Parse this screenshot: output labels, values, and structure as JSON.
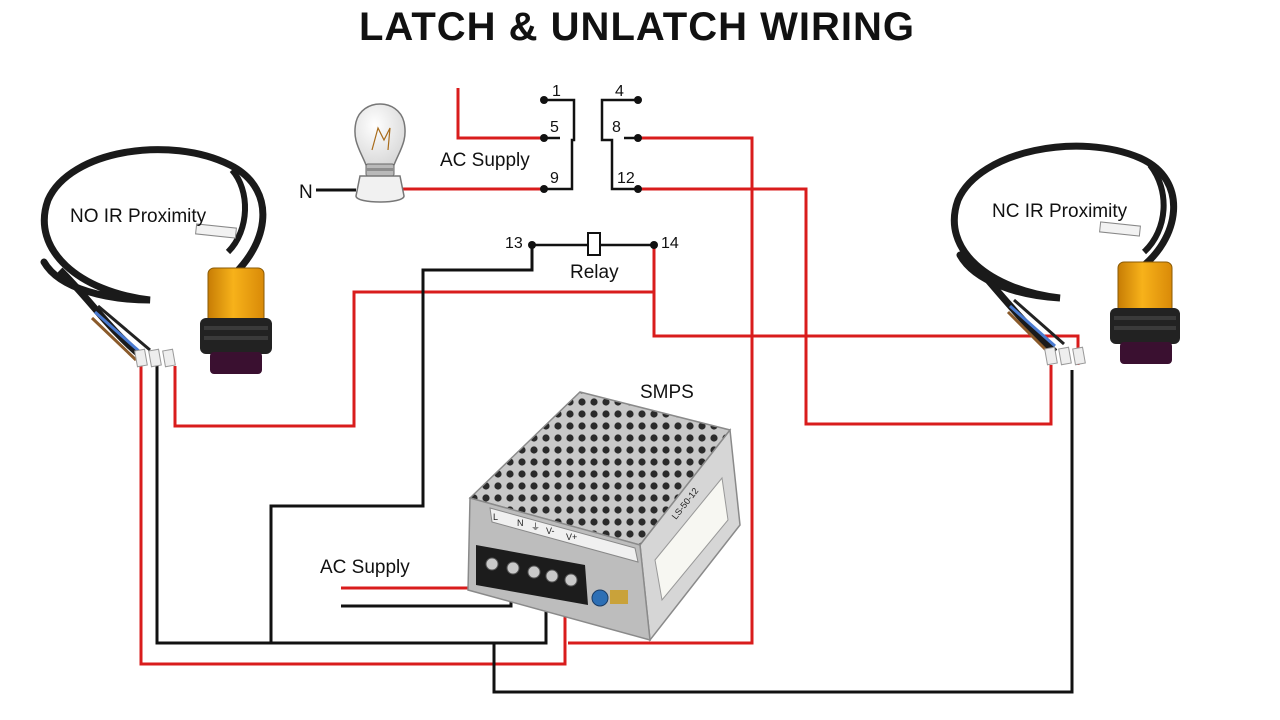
{
  "title": "LATCH & UNLATCH WIRING",
  "colors": {
    "wire_red": "#d91c1c",
    "wire_black": "#111111",
    "sensor_body": "#f2a20c",
    "cable": "#1a1a1a"
  },
  "icons": [
    "lamp-icon",
    "no-ir-proximity-sensor-icon",
    "nc-ir-proximity-sensor-icon",
    "smps-unit-icon"
  ],
  "labels": {
    "no_sensor": "NO IR Proximity",
    "nc_sensor": "NC IR Proximity",
    "ac_supply_top": "AC Supply",
    "ac_supply_bottom": "AC Supply",
    "relay": "Relay",
    "smps": "SMPS",
    "neutral": "N"
  },
  "relay_pins": [
    "1",
    "4",
    "5",
    "8",
    "9",
    "12",
    "13",
    "14"
  ],
  "smps_terminals": [
    "L",
    "N",
    "⏚",
    "V-",
    "V+"
  ],
  "smps_sticker": "LS-50-12"
}
